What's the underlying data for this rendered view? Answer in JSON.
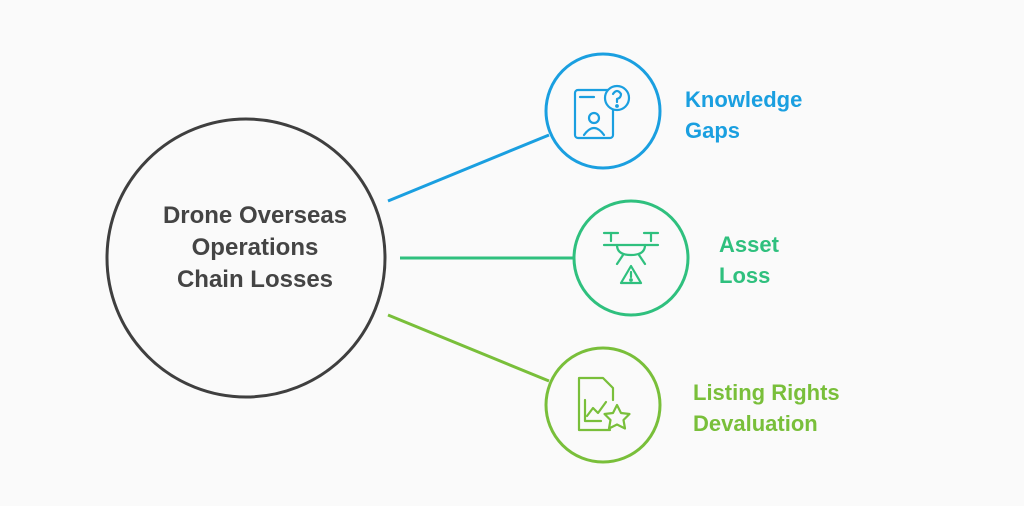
{
  "center": {
    "lines": [
      "Drone Overseas",
      "Operations",
      "Chain Losses"
    ]
  },
  "colors": {
    "center_stroke": "#3f3f3f",
    "text_dark": "#444444",
    "knowledge": "#1a9fe0",
    "asset": "#2fc07e",
    "listing": "#79bf3a"
  },
  "branches": [
    {
      "id": "knowledge",
      "label_lines": [
        "Knowledge",
        "Gaps"
      ],
      "icon": "person-question-icon",
      "color": "#1a9fe0"
    },
    {
      "id": "asset",
      "label_lines": [
        "Asset",
        "Loss"
      ],
      "icon": "drone-warning-icon",
      "color": "#2fc07e"
    },
    {
      "id": "listing",
      "label_lines": [
        "Listing Rights",
        "Devaluation"
      ],
      "icon": "chart-star-icon",
      "color": "#79bf3a"
    }
  ]
}
